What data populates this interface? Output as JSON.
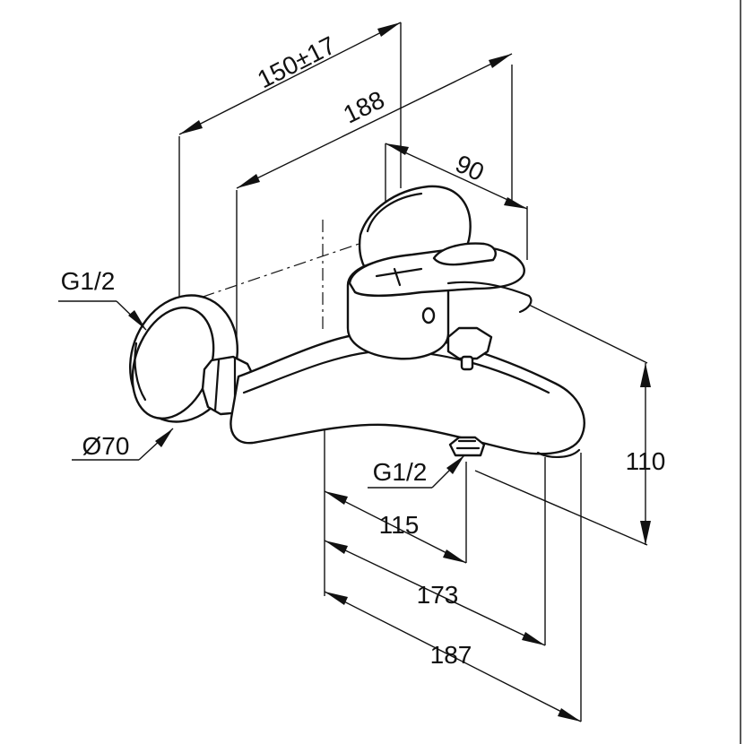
{
  "dimensions": {
    "width_range": "150±17",
    "overall_depth": "188",
    "lever_depth": "90",
    "height": "110",
    "spout_inlet": "115",
    "spout_mid": "173",
    "spout_total": "187"
  },
  "labels": {
    "wall_thread": "G1/2",
    "rosette_diameter": "Ø70",
    "outlet_thread": "G1/2"
  },
  "colors": {
    "line": "#111111",
    "background": "#ffffff"
  }
}
